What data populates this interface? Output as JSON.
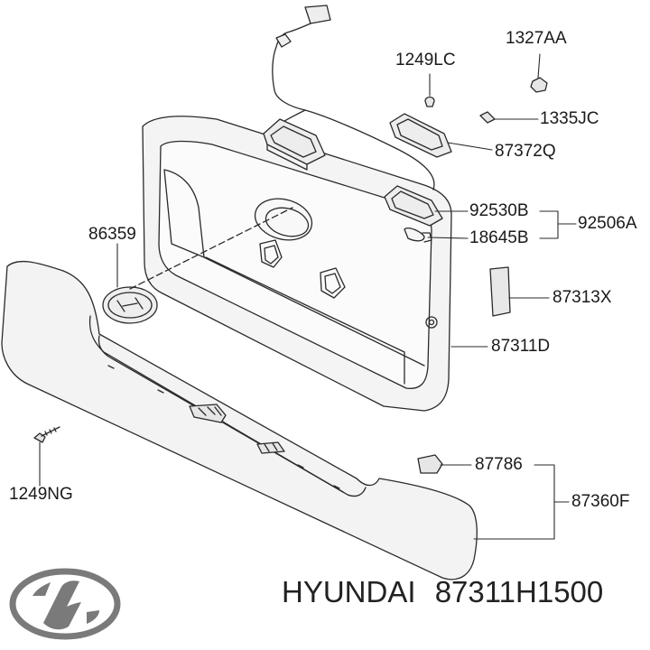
{
  "diagram": {
    "labels": {
      "p1327AA": "1327AA",
      "p1249LC": "1249LC",
      "p1335JC": "1335JC",
      "p87372Q": "87372Q",
      "p92530B": "92530B",
      "p92506A": "92506A",
      "p18645B": "18645B",
      "p86359": "86359",
      "p87313X": "87313X",
      "p87311D": "87311D",
      "p87786": "87786",
      "p87360F": "87360F",
      "p1249NG": "1249NG"
    }
  },
  "footer": {
    "brand": "HYUNDAI",
    "part_number": "87311H1500"
  },
  "colors": {
    "line": "#2a2a2a",
    "panel_fill": "#f3f3f3",
    "background": "#ffffff"
  }
}
